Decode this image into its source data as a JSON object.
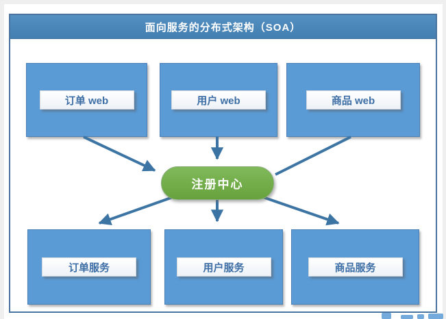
{
  "header": {
    "title": "面向服务的分布式架构（SOA）"
  },
  "nodes": {
    "top": [
      {
        "id": "order-web",
        "label": "订单 web"
      },
      {
        "id": "user-web",
        "label": "用户 web"
      },
      {
        "id": "product-web",
        "label": "商品 web"
      }
    ],
    "center": {
      "id": "registry",
      "label": "注册中心"
    },
    "bottom": [
      {
        "id": "order-service",
        "label": "订单服务"
      },
      {
        "id": "user-service",
        "label": "用户服务"
      },
      {
        "id": "product-service",
        "label": "商品服务"
      }
    ]
  },
  "edges": [
    {
      "from": "order-web",
      "to": "registry",
      "arrowhead": true
    },
    {
      "from": "user-web",
      "to": "registry",
      "arrowhead": true
    },
    {
      "from": "product-web",
      "to": "registry",
      "arrowhead": false
    },
    {
      "from": "registry",
      "to": "order-service",
      "arrowhead": true
    },
    {
      "from": "registry",
      "to": "user-service",
      "arrowhead": true
    },
    {
      "from": "registry",
      "to": "product-service",
      "arrowhead": true
    }
  ],
  "colors": {
    "title_bar": "#4a86b8",
    "node_fill": "#5b9bd5",
    "node_border": "#4a7fb5",
    "label_text": "#3d6ea5",
    "center_fill": "#72ad4a",
    "arrow": "#3c74a4",
    "container_border": "#4a749f"
  }
}
